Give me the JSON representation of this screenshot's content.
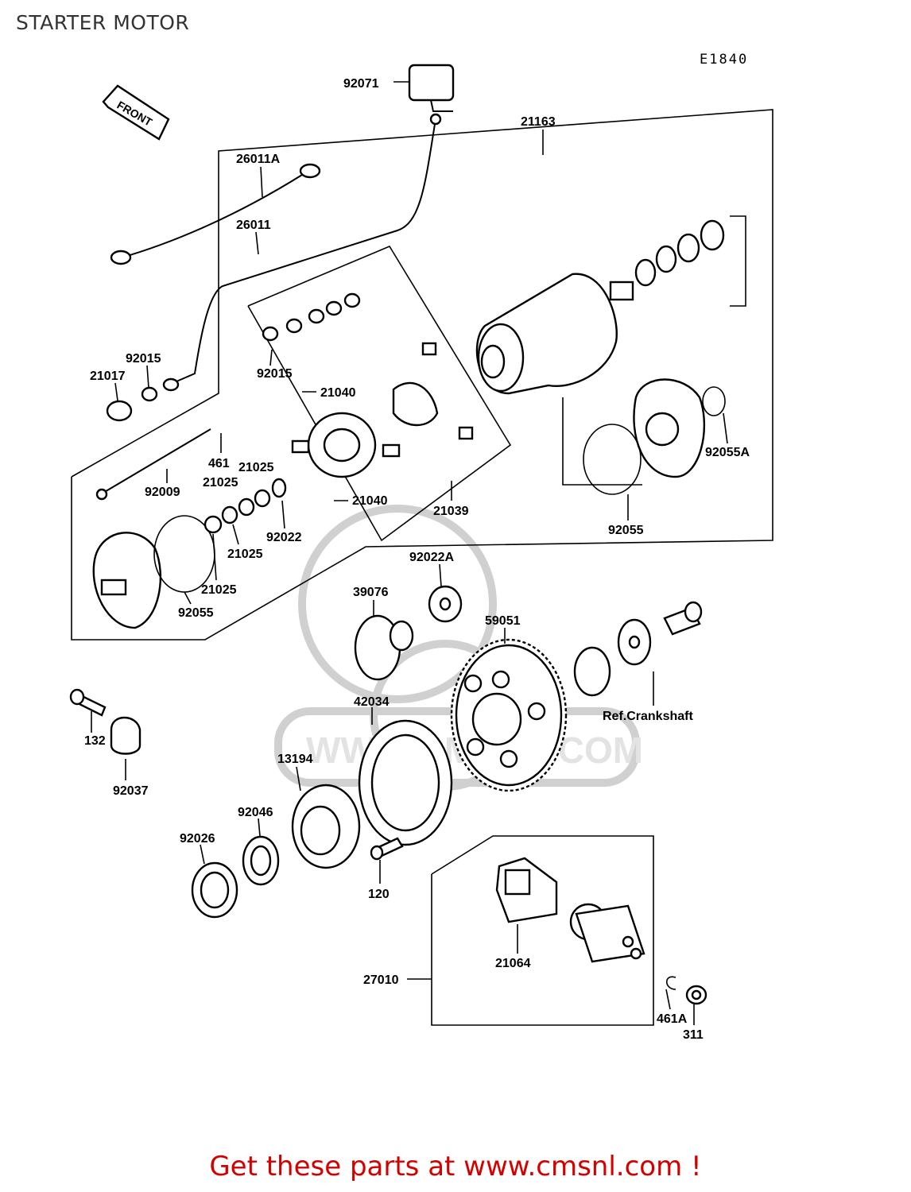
{
  "title": "STARTER MOTOR",
  "diagram_code": "E1840",
  "front_arrow_label": "FRONT",
  "watermark_text": "WWW.CMSNL.COM",
  "call_to_action": "Get these parts at www.cmsnl.com !",
  "colors": {
    "cta": "#d40000",
    "title": "#333333",
    "watermark": "#d0d0d0"
  },
  "labels": {
    "p92071": "92071",
    "p21163": "21163",
    "p26011A": "26011A",
    "p26011": "26011",
    "p92015a": "92015",
    "p21017": "21017",
    "p92015b": "92015",
    "p21040a": "21040",
    "p461": "461",
    "p21025a": "21025",
    "p21025b": "21025",
    "p92009": "92009",
    "p21040b": "21040",
    "p21039": "21039",
    "p92022": "92022",
    "p21025c": "21025",
    "p21025d": "21025",
    "p92055a": "92055",
    "p92055A": "92055A",
    "p92055b": "92055",
    "p92022A": "92022A",
    "p39076": "39076",
    "p59051": "59051",
    "pRef": "Ref.Crankshaft",
    "p42034": "42034",
    "p132": "132",
    "p92037": "92037",
    "p13194": "13194",
    "p92046": "92046",
    "p92026": "92026",
    "p120": "120",
    "p21064": "21064",
    "p27010": "27010",
    "p461A": "461A",
    "p311": "311"
  }
}
